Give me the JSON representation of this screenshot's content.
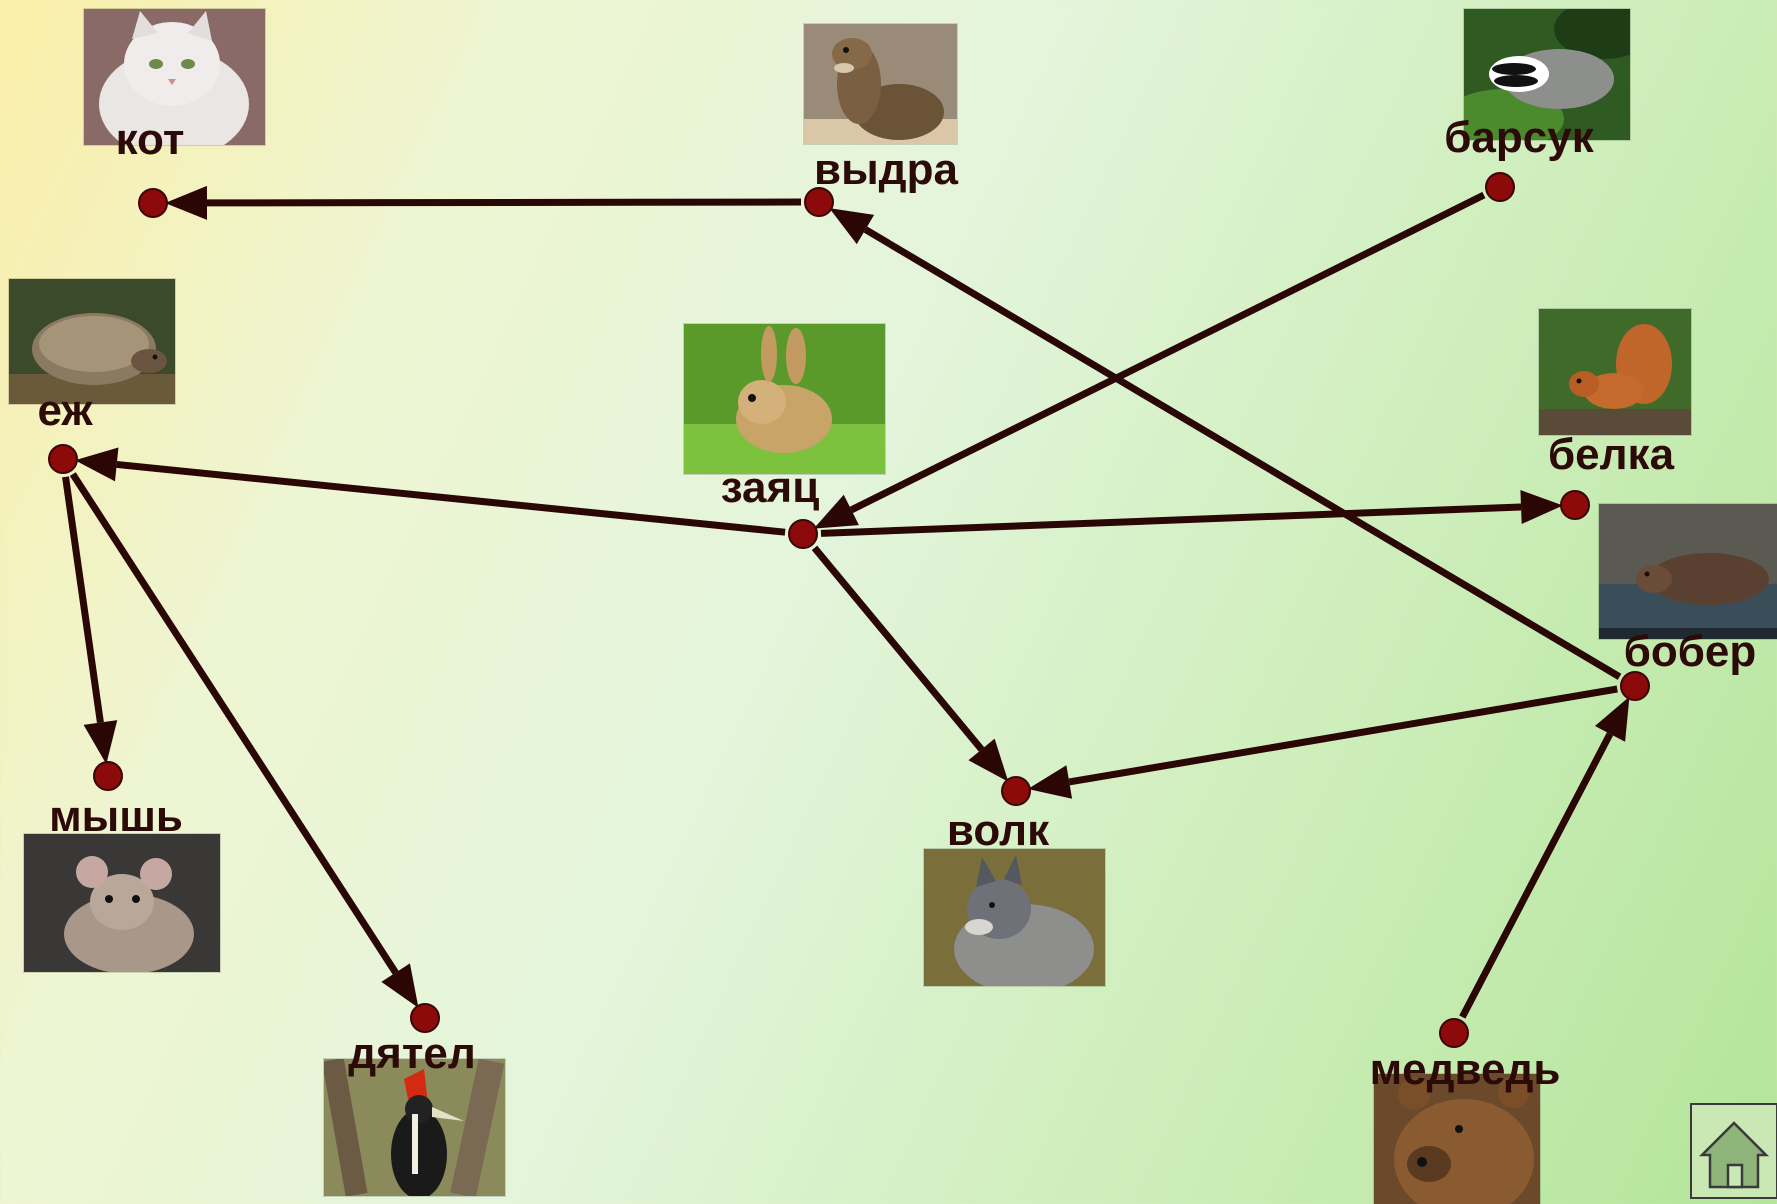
{
  "nodes": [
    {
      "id": "kot",
      "label": "кот"
    },
    {
      "id": "vydra",
      "label": "выдра"
    },
    {
      "id": "barsuk",
      "label": "барсук"
    },
    {
      "id": "ezh",
      "label": "еж"
    },
    {
      "id": "zayats",
      "label": "заяц"
    },
    {
      "id": "belka",
      "label": "белка"
    },
    {
      "id": "bober",
      "label": "бобер"
    },
    {
      "id": "mysh",
      "label": "мышь"
    },
    {
      "id": "volk",
      "label": "волк"
    },
    {
      "id": "dyatel",
      "label": "дятел"
    },
    {
      "id": "medved",
      "label": "медведь"
    }
  ],
  "edges": [
    {
      "from": "vydra",
      "to": "kot"
    },
    {
      "from": "barsuk",
      "to": "zayats"
    },
    {
      "from": "bober",
      "to": "vydra"
    },
    {
      "from": "zayats",
      "to": "ezh"
    },
    {
      "from": "zayats",
      "to": "belka"
    },
    {
      "from": "zayats",
      "to": "volk"
    },
    {
      "from": "ezh",
      "to": "mysh"
    },
    {
      "from": "ezh",
      "to": "dyatel"
    },
    {
      "from": "bober",
      "to": "volk"
    },
    {
      "from": "medved",
      "to": "bober"
    }
  ],
  "colors": {
    "node_fill": "#8c0a0a",
    "edge": "#2a0605",
    "label": "#2b0a08"
  },
  "home_button": {
    "icon": "home-icon"
  }
}
